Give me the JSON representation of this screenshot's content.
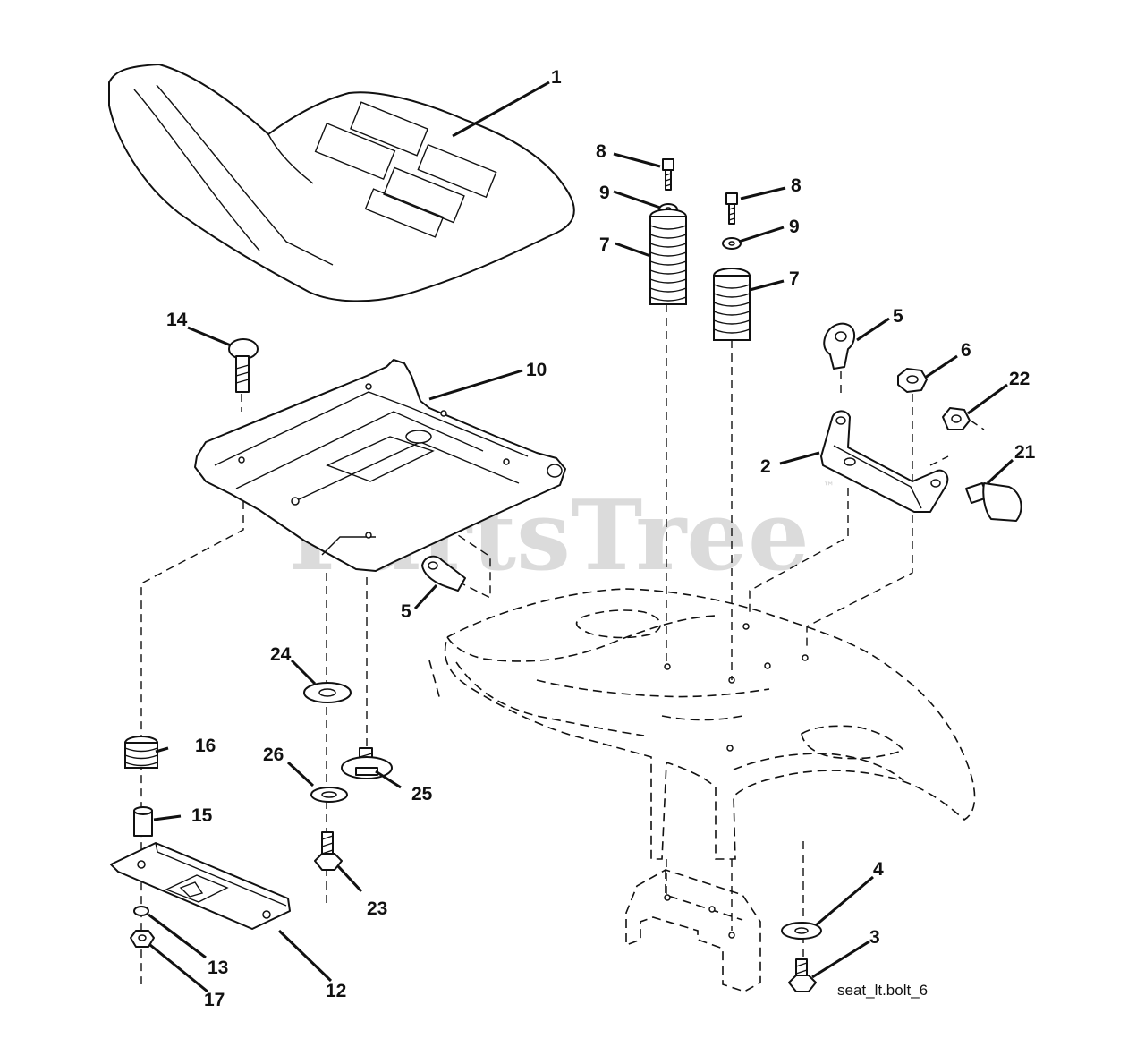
{
  "diagram": {
    "watermark": "PartsTree",
    "watermark_mark": "™",
    "caption": "seat_lt.bolt_6",
    "callouts": {
      "c1": "1",
      "c2": "2",
      "c3": "3",
      "c4": "4",
      "c5a": "5",
      "c5b": "5",
      "c6": "6",
      "c7a": "7",
      "c7b": "7",
      "c8a": "8",
      "c8b": "8",
      "c9a": "9",
      "c9b": "9",
      "c10": "10",
      "c12": "12",
      "c13": "13",
      "c14": "14",
      "c15": "15",
      "c16": "16",
      "c17": "17",
      "c21": "21",
      "c22": "22",
      "c23": "23",
      "c24": "24",
      "c25": "25",
      "c26": "26"
    }
  }
}
